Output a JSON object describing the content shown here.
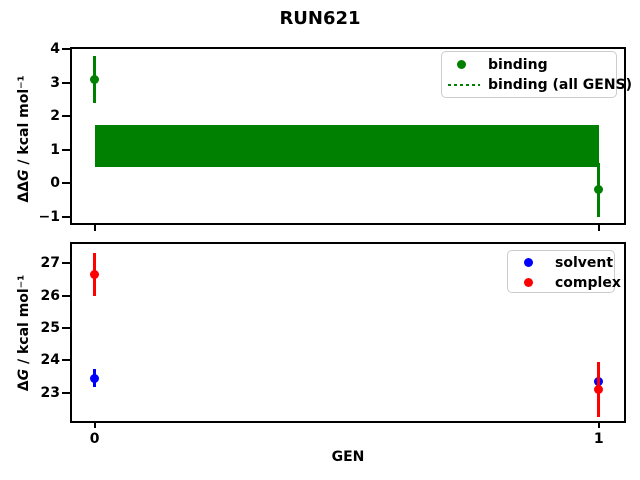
{
  "title": "RUN621",
  "colors": {
    "binding": "#008000",
    "solvent": "#0000ff",
    "complex": "#ff0000",
    "axis": "#000000",
    "legend_border": "#cccccc"
  },
  "chart_data": [
    {
      "type": "scatter",
      "title": "RUN621",
      "ylabel": {
        "delta": "ΔΔ",
        "g": "G",
        "units": " / kcal mol⁻¹"
      },
      "xlabel": "",
      "ylim": [
        -1.22,
        4.03
      ],
      "xlim": [
        -0.045,
        1.05
      ],
      "yticks": [
        4,
        3,
        2,
        1,
        0,
        -1
      ],
      "xticks": [
        0,
        1
      ],
      "grid": false,
      "legend_position": "upper right",
      "series": [
        {
          "name": "binding",
          "color": "#008000",
          "marker": "circle",
          "x": [
            0,
            1
          ],
          "y": [
            3.1,
            -0.2
          ],
          "yerr": [
            0.7,
            0.8
          ]
        }
      ],
      "band": {
        "name": "binding (all GENS)",
        "color": "#008000",
        "linestyle": "dotted",
        "x0": 0,
        "x1": 1,
        "y_low": 0.48,
        "y_high": 1.72
      },
      "legend": [
        {
          "label": "binding",
          "marker": "dot",
          "color": "#008000"
        },
        {
          "label": "binding (all GENS)",
          "marker": "dotted-line",
          "color": "#008000"
        }
      ]
    },
    {
      "type": "scatter",
      "ylabel": {
        "delta": "Δ",
        "g": "G",
        "units": " / kcal mol⁻¹"
      },
      "xlabel": "GEN",
      "ylim": [
        22.13,
        27.62
      ],
      "xlim": [
        -0.045,
        1.05
      ],
      "yticks": [
        27,
        26,
        25,
        24,
        23
      ],
      "xticks": [
        0,
        1
      ],
      "xtick_labels": [
        "0",
        "1"
      ],
      "grid": false,
      "legend_position": "upper right",
      "series": [
        {
          "name": "solvent",
          "color": "#0000ff",
          "marker": "circle",
          "x": [
            0,
            1
          ],
          "y": [
            23.45,
            23.35
          ],
          "yerr": [
            0.27,
            0.25
          ]
        },
        {
          "name": "complex",
          "color": "#ff0000",
          "marker": "circle",
          "x": [
            0,
            1
          ],
          "y": [
            26.65,
            23.1
          ],
          "yerr": [
            0.65,
            0.85
          ]
        }
      ],
      "legend": [
        {
          "label": "solvent",
          "marker": "dot",
          "color": "#0000ff"
        },
        {
          "label": "complex",
          "marker": "dot",
          "color": "#ff0000"
        }
      ]
    }
  ]
}
